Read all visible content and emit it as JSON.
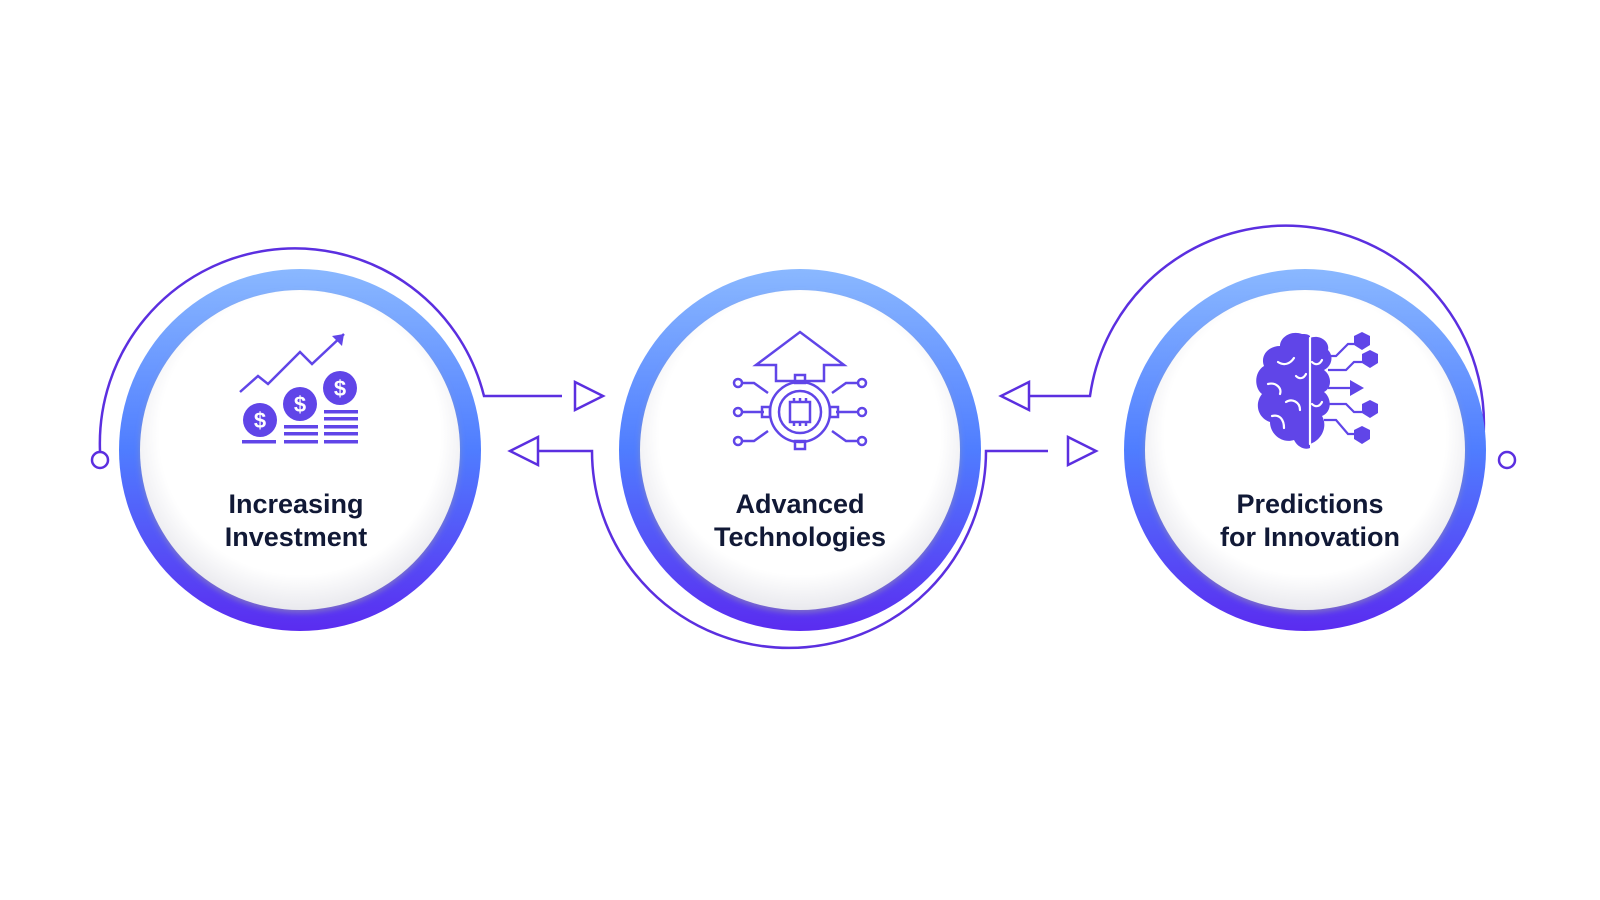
{
  "diagram": {
    "nodes": [
      {
        "id": "investment",
        "icon": "coins-growth-icon",
        "lines": [
          "Increasing",
          "Investment"
        ]
      },
      {
        "id": "technologies",
        "icon": "chip-gear-arrow-icon",
        "lines": [
          "Advanced",
          "Technologies"
        ]
      },
      {
        "id": "innovation",
        "icon": "ai-brain-icon",
        "lines": [
          "Predictions",
          "for Innovation"
        ]
      }
    ],
    "colors": {
      "accent": "#5b2fe0",
      "ring_top": "#8ab8ff",
      "ring_mid": "#4f7dff",
      "ring_bottom": "#5a2cf0",
      "icon": "#6045e8",
      "text": "#111936"
    }
  }
}
